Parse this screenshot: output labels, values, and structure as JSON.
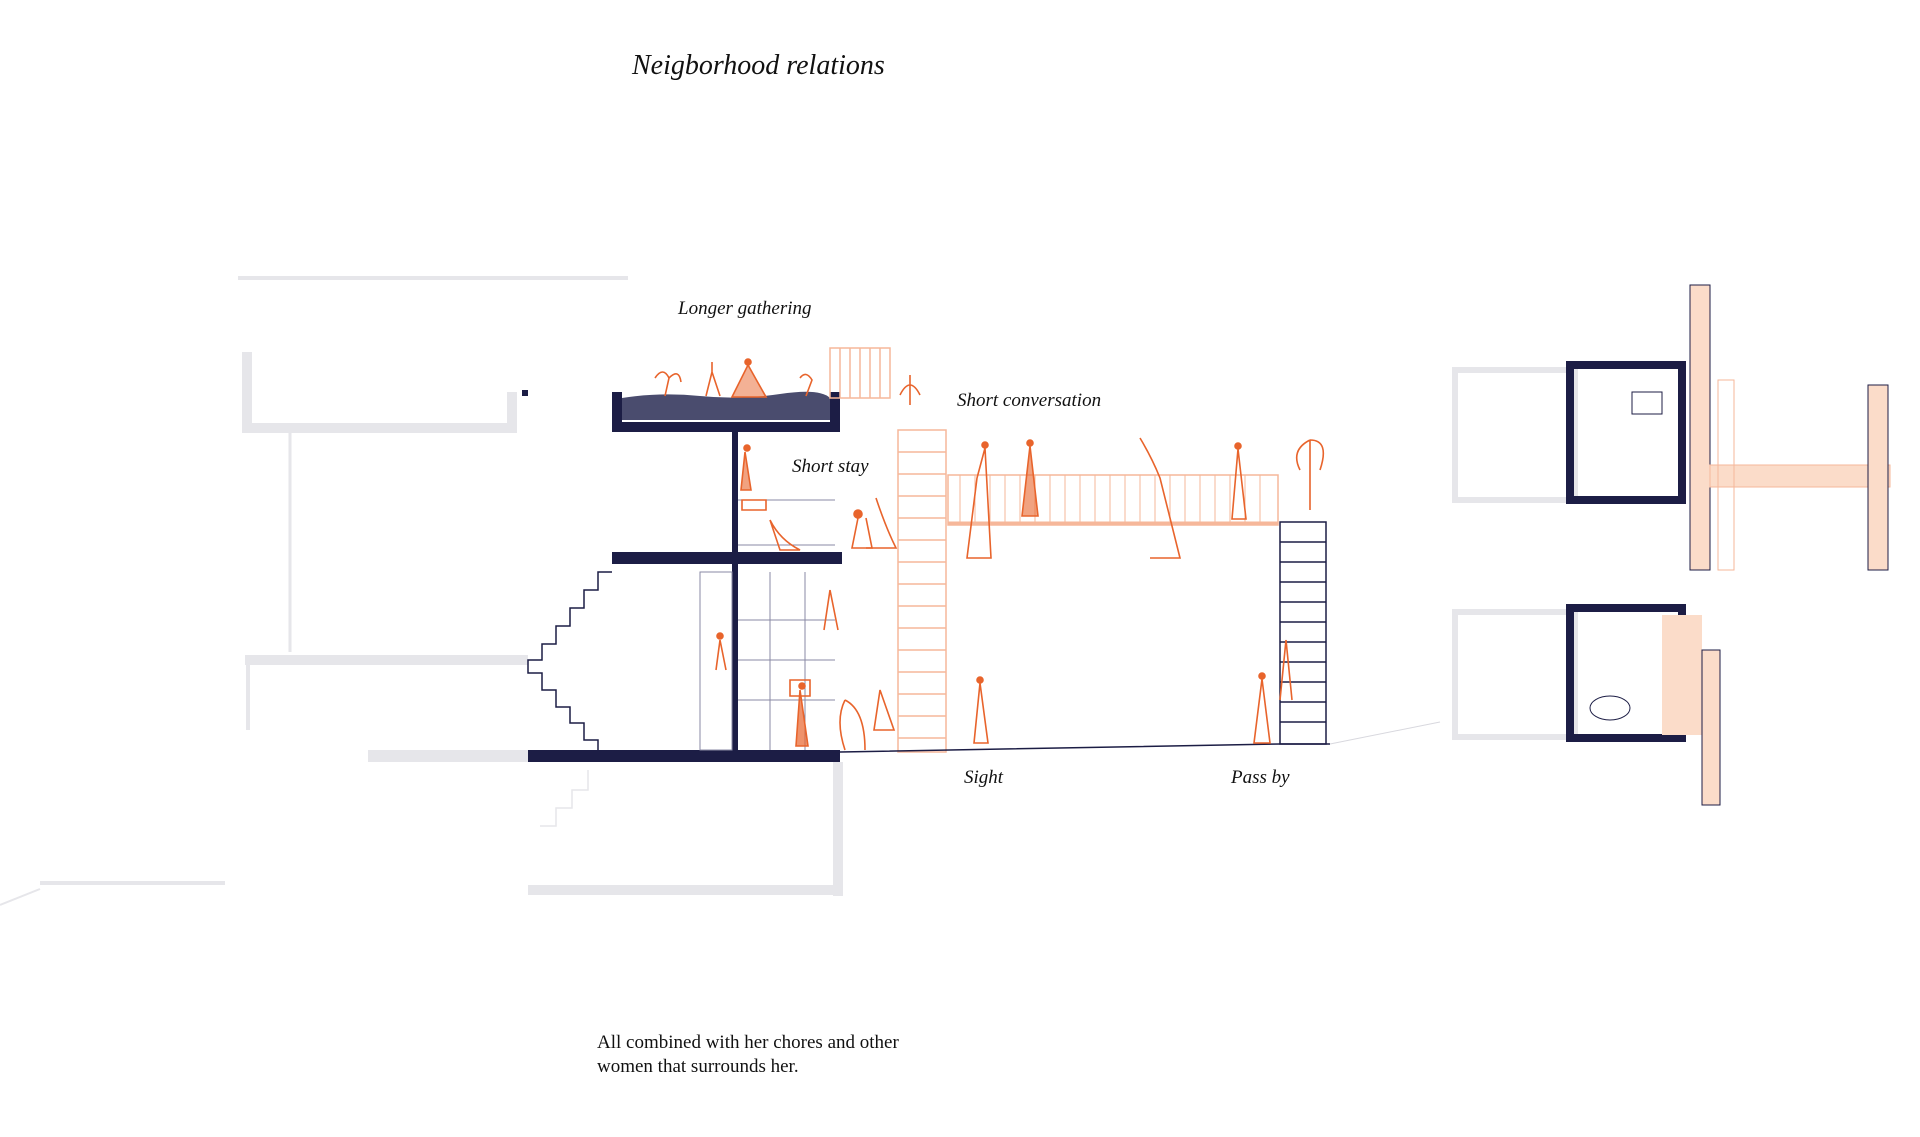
{
  "title": "Neigborhood relations",
  "labels": {
    "longer_gathering": "Longer gathering",
    "short_conversation": "Short conversation",
    "short_stay": "Short stay",
    "sight": "Sight",
    "pass_by": "Pass by"
  },
  "caption": {
    "line1": "All combined with her chores and other",
    "line2": "women that surrounds her."
  },
  "colors": {
    "structure": "#1c1d45",
    "figures": "#e8642c",
    "light_orange": "#f6b79a",
    "fill_orange": "#fbdcc9",
    "ghost": "#e6e6ea",
    "ink": "#111111"
  }
}
